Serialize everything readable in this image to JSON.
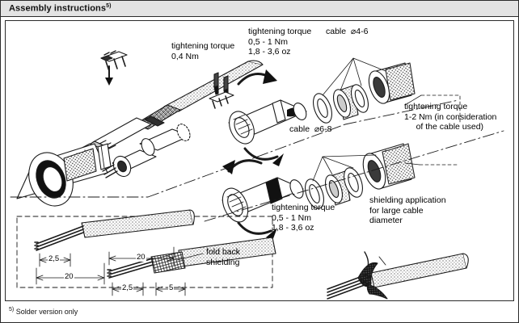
{
  "header": {
    "title": "Assembly instructions",
    "footnote_marker": "5)"
  },
  "footnote": {
    "marker": "5)",
    "text": "Solder version only"
  },
  "annotations": {
    "torque_solder": "tightening torque\n0,4 Nm",
    "torque_upper_nut": "tightening torque\n0,5 - 1 Nm\n1,8 - 3,6 oz",
    "torque_lower_nut": "tightening torque\n0,5 - 1 Nm\n1,8 - 3,6 oz",
    "torque_cable_gland": "tightening torque\n1-2 Nm (in consideration\n     of the cable used)",
    "cable_small": "cable  ⌀4-6",
    "cable_large": "cable  ⌀6-8",
    "fold_back": "fold back\nshielding",
    "shielding_application": "shielding application\nfor large cable\ndiameter"
  },
  "dimensions": {
    "cable_a_inner": "2,5",
    "cable_a_outer": "20",
    "cable_b_outer": "20",
    "cable_b_inner": "2,5",
    "cable_b_shield": "5"
  },
  "colors": {
    "line": "#1a1a1a",
    "header_bg": "#e3e3e3",
    "metal_light": "#ffffff",
    "metal_dark": "#3a3a3a"
  }
}
